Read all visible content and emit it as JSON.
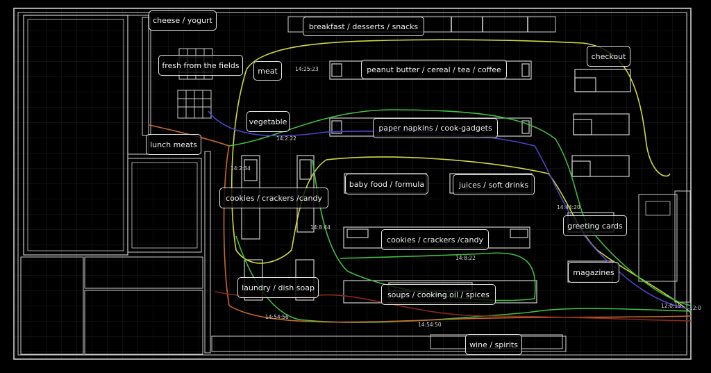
{
  "labels": {
    "cheese_yogurt": "cheese / yogurt",
    "breakfast": "breakfast / desserts / snacks",
    "fresh_fields": "fresh from the fields",
    "meat": "meat",
    "peanut_butter": "peanut butter / cereal / tea / coffee",
    "checkout": "checkout",
    "vegetable": "vegetable",
    "paper_napkins": "paper napkins / cook-gadgets",
    "lunch_meats": "lunch meats",
    "cookies_left": "cookies / crackers /candy",
    "baby_food": "baby food / formula",
    "juices": "juices / soft drinks",
    "greeting_cards": "greeting cards",
    "cookies_center": "cookies / crackers /candy",
    "magazines": "magazines",
    "laundry": "laundry / dish soap",
    "soups": "soups / cooking oil / spices",
    "wine": "wine / spirits"
  },
  "timestamps": {
    "t1": "14:25:23",
    "t2": "14:2:22",
    "t3": "14:2:34",
    "t4": "14:8:44",
    "t5": "14:44:20",
    "t6": "14:8:22",
    "t7": "14:54:56",
    "t8": "14:54:50",
    "t9": "12:0:15",
    "t10": "12:0"
  },
  "path_colors": [
    "#d4d93a",
    "#3fbf3f",
    "#4a46c8",
    "#c86a2a",
    "#8a2a1a"
  ]
}
